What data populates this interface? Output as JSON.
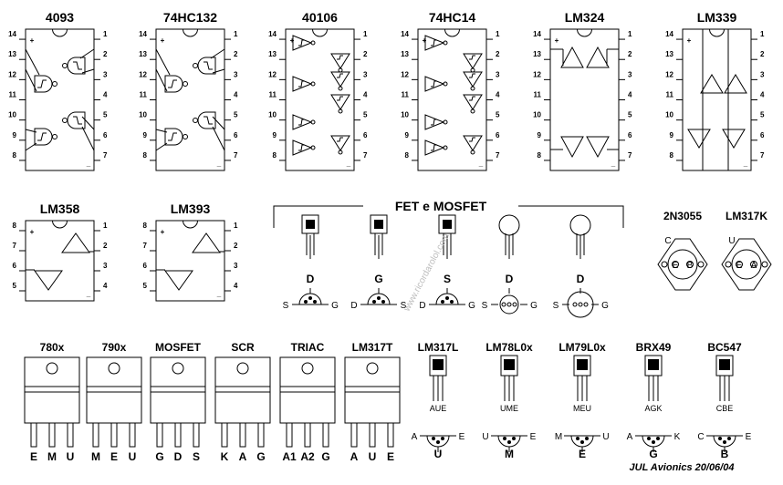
{
  "ic_packages_top": [
    {
      "name": "4093",
      "kind": "nand"
    },
    {
      "name": "74HC132",
      "kind": "nand"
    },
    {
      "name": "40106",
      "kind": "inverter"
    },
    {
      "name": "74HC14",
      "kind": "inverter"
    },
    {
      "name": "LM324",
      "kind": "quad-opamp"
    },
    {
      "name": "LM339",
      "kind": "quad-comparator"
    }
  ],
  "ic_packages_bottom": [
    {
      "name": "LM358",
      "kind": "dual-opamp"
    },
    {
      "name": "LM393",
      "kind": "dual-comparator"
    }
  ],
  "pin_numbers": {
    "dip14_left": [
      "14",
      "13",
      "12",
      "11",
      "10",
      "9",
      "8"
    ],
    "dip14_right": [
      "1",
      "2",
      "3",
      "4",
      "5",
      "6",
      "7"
    ],
    "dip8_left": [
      "8",
      "7",
      "6",
      "5"
    ],
    "dip8_right": [
      "1",
      "2",
      "3",
      "4"
    ]
  },
  "supply_marks": {
    "plus": "+",
    "minus": "_"
  },
  "fet_section": {
    "title": "FET e MOSFET",
    "pinouts": [
      {
        "top": "D",
        "left": "S",
        "right": "G"
      },
      {
        "top": "G",
        "left": "D",
        "right": "S"
      },
      {
        "top": "S",
        "left": "D",
        "right": "G"
      },
      {
        "top": "D",
        "left": "S",
        "right": "G"
      },
      {
        "top": "D",
        "left": "S",
        "right": "G"
      }
    ]
  },
  "to3_section": [
    {
      "name": "2N3055",
      "top_pin": "C",
      "pins": [
        "E",
        "B"
      ]
    },
    {
      "name": "LM317K",
      "top_pin": "U",
      "pins": [
        "E",
        "A"
      ]
    }
  ],
  "to220_section": [
    {
      "name": "780x",
      "pins": [
        "E",
        "M",
        "U"
      ]
    },
    {
      "name": "790x",
      "pins": [
        "M",
        "E",
        "U"
      ]
    },
    {
      "name": "MOSFET",
      "pins": [
        "G",
        "D",
        "S"
      ]
    },
    {
      "name": "SCR",
      "pins": [
        "K",
        "A",
        "G"
      ]
    },
    {
      "name": "TRIAC",
      "pins": [
        "A1",
        "A2",
        "G"
      ]
    },
    {
      "name": "LM317T",
      "pins": [
        "A",
        "U",
        "E"
      ]
    }
  ],
  "to92_section": [
    {
      "name": "LM317L",
      "legend": "AUE",
      "left": "A",
      "right": "E",
      "bottom": "U"
    },
    {
      "name": "LM78L0x",
      "legend": "UME",
      "left": "U",
      "right": "E",
      "bottom": "M"
    },
    {
      "name": "LM79L0x",
      "legend": "MEU",
      "left": "M",
      "right": "U",
      "bottom": "E"
    },
    {
      "name": "BRX49",
      "legend": "AGK",
      "left": "A",
      "right": "K",
      "bottom": "G"
    },
    {
      "name": "BC547",
      "legend": "CBE",
      "left": "C",
      "right": "E",
      "bottom": "B"
    }
  ],
  "footer": "JUL Avionics 20/06/04",
  "watermark": "www.ricordarolol.com",
  "colors": {
    "ink": "#000000",
    "paper": "#ffffff",
    "watermark": "#bdbdbd"
  }
}
